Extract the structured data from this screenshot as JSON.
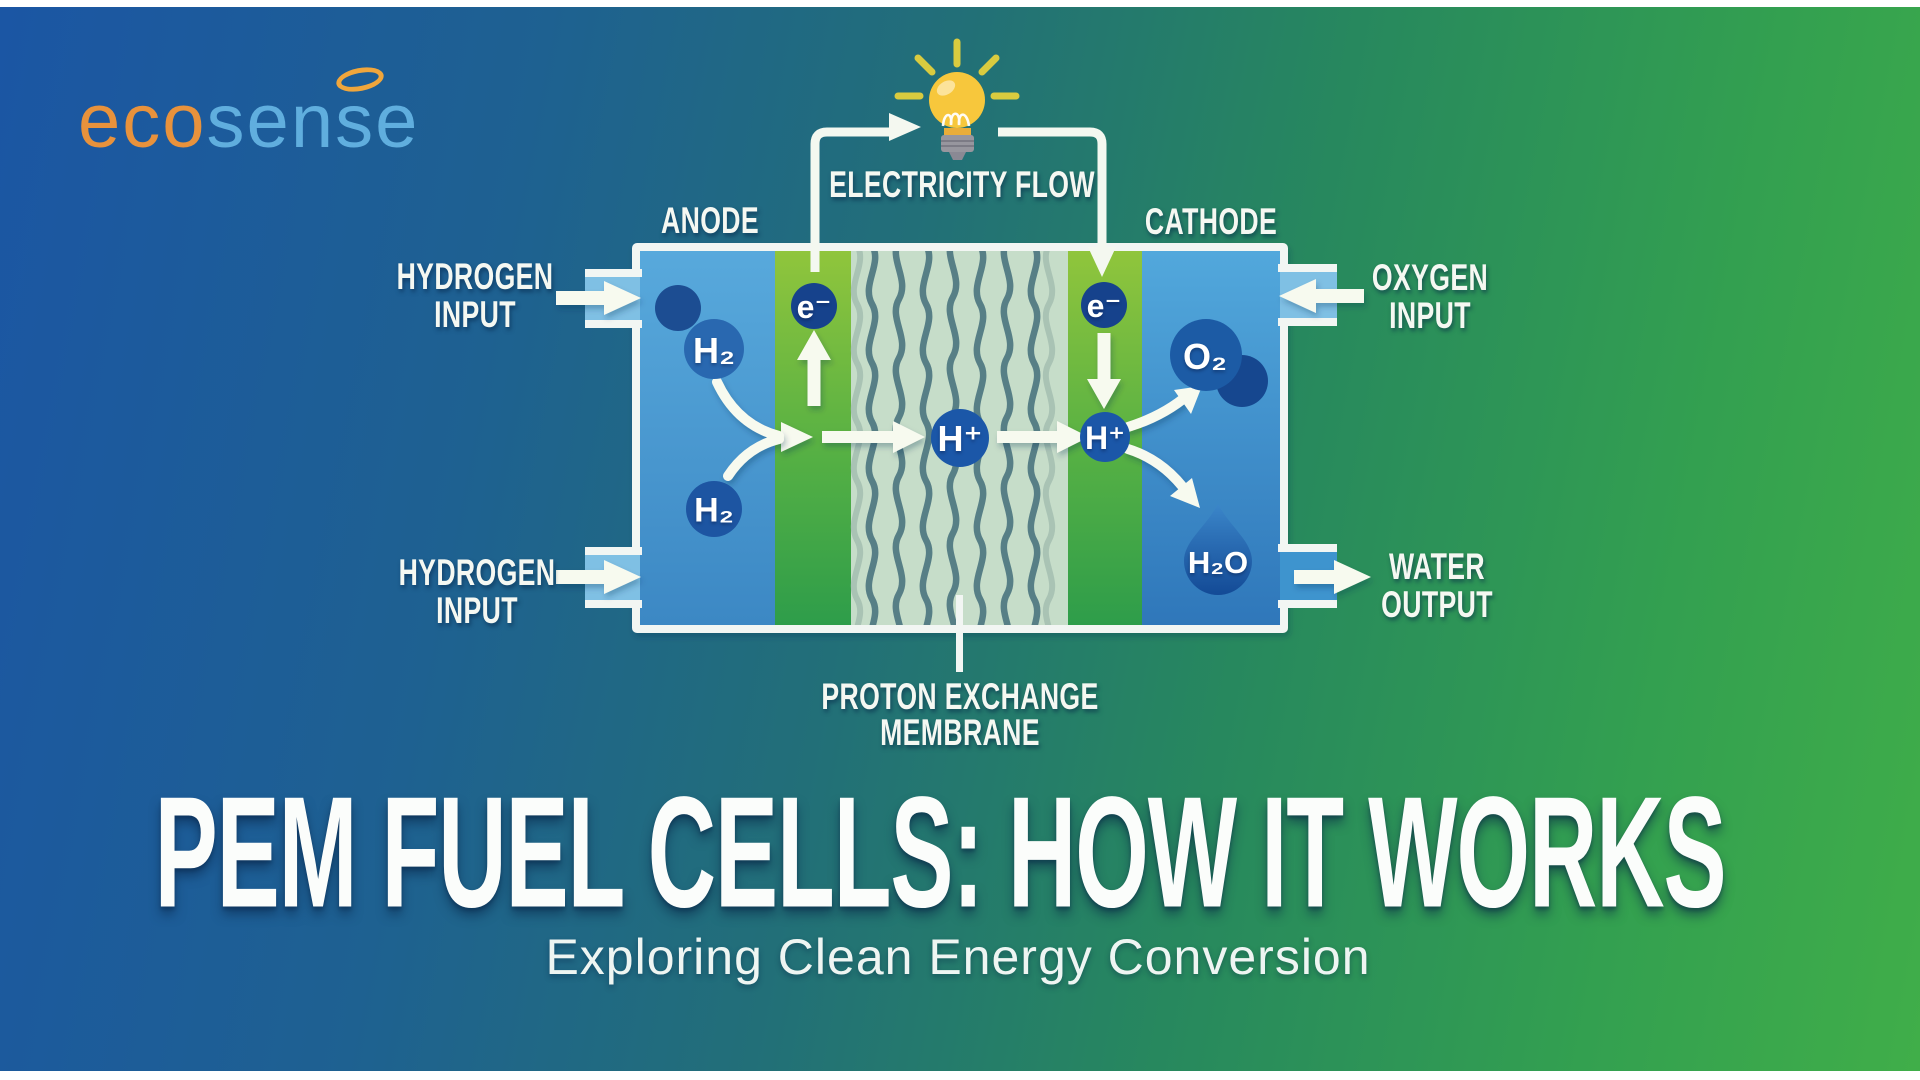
{
  "brand": {
    "logo_eco": "eco",
    "logo_sense": "sense"
  },
  "diagram": {
    "electricity_flow": "ELECTRICITY FLOW",
    "anode": "ANODE",
    "cathode": "CATHODE",
    "hydrogen_input": {
      "line1": "HYDROGEN",
      "line2": "INPUT"
    },
    "oxygen_input": {
      "line1": "OXYGEN",
      "line2": "INPUT"
    },
    "water_output": {
      "line1": "WATER",
      "line2": "OUTPUT"
    },
    "membrane_label": {
      "line1": "PROTON EXCHANGE",
      "line2": "MEMBRANE"
    },
    "molecules": {
      "h2": "H₂",
      "electron": "e⁻",
      "proton": "H⁺",
      "o2": "O₂",
      "h2o": "H₂O"
    }
  },
  "footer": {
    "title": "PEM FUEL CELLS: HOW IT WORKS",
    "subtitle": "Exploring Clean Energy Conversion"
  },
  "colors": {
    "background_blue": "#1b56a4",
    "background_teal": "#226f78",
    "background_green": "#40ae49",
    "anode_blue": "#55a6da",
    "cathode_blue": "#4a9fd6",
    "catalyst_green_top": "#8fc43c",
    "catalyst_green_bottom": "#2f9e4a",
    "membrane_mint": "#c6ddc9",
    "membrane_wave": "#577f86",
    "molecule_navy": "#1c55a2",
    "bulb_yellow": "#f7c73c",
    "logo_orange": "#e8923c",
    "logo_blue": "#60aede",
    "label_white": "#f5f8f2"
  }
}
